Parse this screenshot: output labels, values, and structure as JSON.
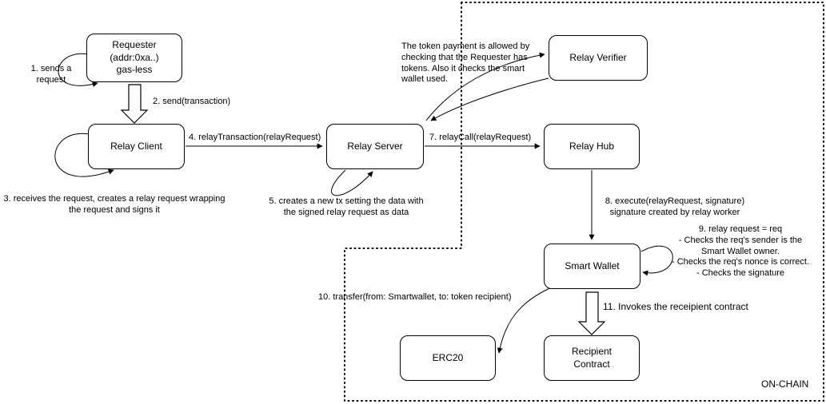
{
  "diagram": {
    "nodes": {
      "requester": "Requester\n(addr:0xa..)\ngas-less",
      "relay_client": "Relay Client",
      "relay_server": "Relay Server",
      "relay_verifier": "Relay Verifier",
      "relay_hub": "Relay Hub",
      "smart_wallet": "Smart Wallet",
      "erc20": "ERC20",
      "recipient_contract": "Recipient\nContract"
    },
    "annotations": {
      "step1": "1. sends a\nrequest",
      "step2": "2. send(transaction)",
      "step3": "3. receives the request, creates a relay request wrapping\nthe request and signs it",
      "step4": "4. relayTransaction(relayRequest)",
      "step5": "5. creates a new tx setting the data with\nthe signed relay request as data",
      "verifier_note": "The token payment is allowed by\nchecking that the Requester has\ntokens. Also it checks the smart\nwallet used.",
      "step7": "7. relayCall(relayRequest)",
      "step8": "8. execute(relayRequest, signature)\nsignature created by relay worker",
      "step9": "9. relay request = req\n- Checks the req's sender is the\nSmart Wallet owner.\n- Checks the req's nonce is correct.\n- Checks the signature",
      "step10": "10. transfer(from: Smartwallet, to: token recipient)",
      "step11": "11. Invokes the receipient contract",
      "region_label": "ON-CHAIN"
    },
    "colors": {
      "stroke": "#000000",
      "background": "#ffffff"
    }
  }
}
